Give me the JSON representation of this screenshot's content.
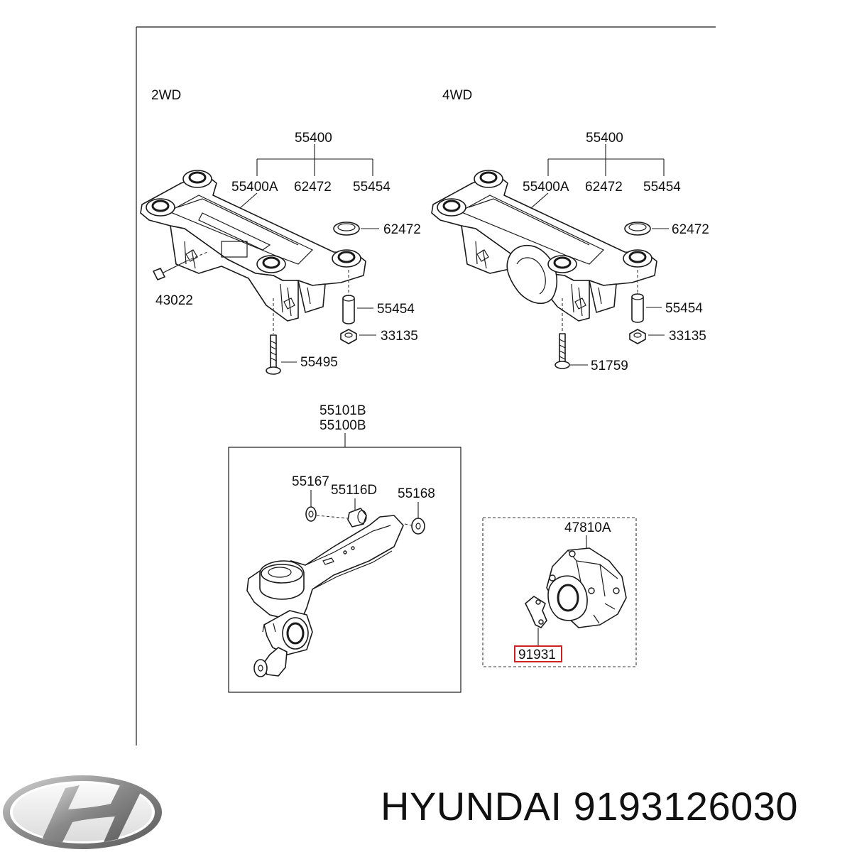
{
  "sections": {
    "left_title": "2WD",
    "right_title": "4WD"
  },
  "labels": {
    "l_55400": "55400",
    "l_55400A": "55400A",
    "l_62472_top": "62472",
    "l_55454_top": "55454",
    "l_62472": "62472",
    "l_55454": "55454",
    "l_33135": "33135",
    "l_43022": "43022",
    "l_55495": "55495",
    "r_55400": "55400",
    "r_55400A": "55400A",
    "r_62472_top": "62472",
    "r_55454_top": "55454",
    "r_62472": "62472",
    "r_55454": "55454",
    "r_33135": "33135",
    "r_51759": "51759",
    "arm_55101B": "55101B",
    "arm_55100B": "55100B",
    "arm_55167": "55167",
    "arm_55116D": "55116D",
    "arm_55168": "55168",
    "diff_47810A": "47810A",
    "diff_91931": "91931"
  },
  "highlight_color": "#cc2222",
  "footer": {
    "brand_logo_icon": "hyundai-logo-icon",
    "brand_text": "HYUNDAI 9193126030"
  }
}
